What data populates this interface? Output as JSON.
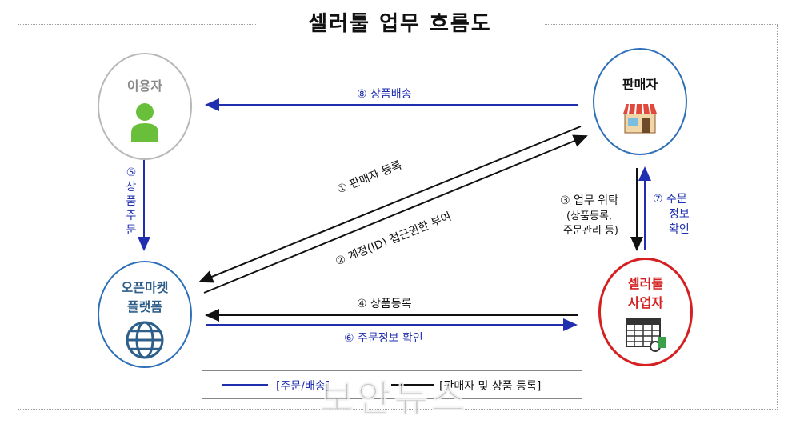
{
  "title": "셀러툴 업무 흐름도",
  "nodes": {
    "user": "이용자",
    "seller": "판매자",
    "market_line1": "오픈마켓",
    "market_line2": "플랫폼",
    "tool_line1": "셀러툴",
    "tool_line2": "사업자"
  },
  "flows": {
    "f1": "① 판매자 등록",
    "f2": "② 계정(ID) 접근권한 부여",
    "f3_line1": "③ 업무 위탁",
    "f3_line2": "(상품등록,",
    "f3_line3": "주문관리 등)",
    "f4": "④ 상품등록",
    "f5": [
      "⑤",
      "상",
      "품",
      "주",
      "문"
    ],
    "f6": "⑥ 주문정보 확인",
    "f7_line1": "⑦ 주문",
    "f7_line2": "정보",
    "f7_line3": "확인",
    "f8": "⑧ 상품배송"
  },
  "legend": {
    "blue_label": "[주문/배송]",
    "black_label": "[판매자 및 상품 등록]"
  },
  "watermark": "보안뉴스",
  "colors": {
    "blue": "#1f2fb0",
    "black": "#111111",
    "red": "#d42020",
    "teal": "#2d5f8a",
    "green": "#6abf3a"
  }
}
